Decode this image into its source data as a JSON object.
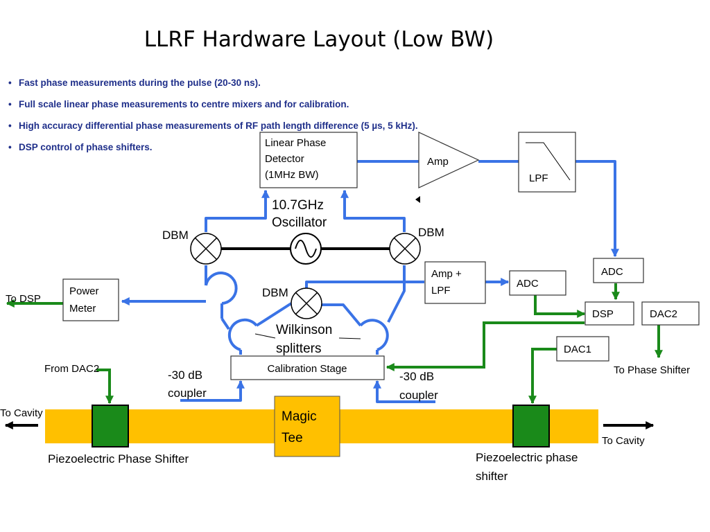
{
  "title": "LLRF Hardware Layout (Low BW)",
  "bullets": [
    "Fast phase measurements during the pulse (20-30 ns).",
    "Full scale linear phase measurements to centre mixers and for calibration.",
    "High accuracy differential phase measurements of RF path length difference (5 µs, 5 kHz).",
    "DSP control of phase shifters."
  ],
  "blocks": {
    "linear_phase_detector": [
      "Linear Phase",
      "Detector",
      "(1MHz BW)"
    ],
    "amp": "Amp",
    "lpf": "LPF",
    "adc_right": "ADC",
    "adc_mid": "ADC",
    "amp_lpf": [
      "Amp +",
      "LPF"
    ],
    "dsp": "DSP",
    "dac2": "DAC2",
    "dac1": "DAC1",
    "power_meter": [
      "Power",
      "Meter"
    ],
    "calibration_stage": "Calibration Stage",
    "magic_tee": [
      "Magic",
      "Tee"
    ]
  },
  "labels": {
    "oscillator": [
      "10.7GHz",
      "Oscillator"
    ],
    "dbm_left": "DBM",
    "dbm_right": "DBM",
    "dbm_center": "DBM",
    "wilkinson": [
      "Wilkinson",
      "splitters"
    ],
    "to_dsp": "To DSP",
    "from_dac2": "From DAC2",
    "to_phase_shifter": "To Phase Shifter",
    "coupler_left": [
      "-30 dB",
      "coupler"
    ],
    "coupler_right": [
      "-30 dB",
      "coupler"
    ],
    "to_cavity_left": "To Cavity",
    "to_cavity_right": "To Cavity",
    "piezo_left": "Piezoelectric  Phase Shifter",
    "piezo_right": [
      "Piezoelectric phase",
      "shifter"
    ]
  },
  "colors": {
    "signal_line": "#3a73e6",
    "control_line": "#1a8a1a",
    "beam_pipe": "#ffc000",
    "phase_shifter": "#1a8a1a",
    "bullet_text": "#1f2f8a"
  }
}
